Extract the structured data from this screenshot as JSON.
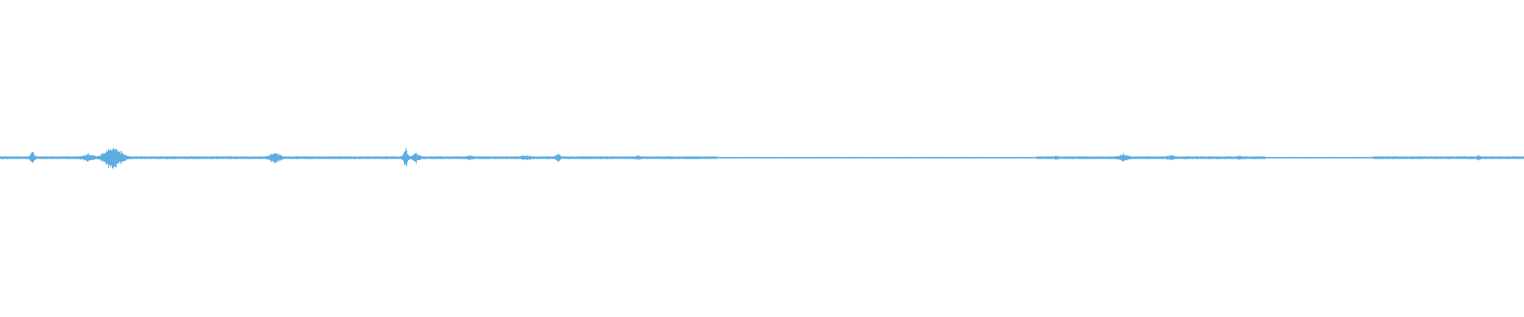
{
  "waveform": {
    "color": "#5dade2",
    "baseline_amplitude": 0.006,
    "events": [
      {
        "at": 0.021,
        "amplitude": 0.05,
        "width": 0.004
      },
      {
        "at": 0.058,
        "amplitude": 0.03,
        "width": 0.012
      },
      {
        "at": 0.074,
        "amplitude": 0.12,
        "width": 0.014
      },
      {
        "at": 0.18,
        "amplitude": 0.05,
        "width": 0.01
      },
      {
        "at": 0.266,
        "amplitude": 0.09,
        "width": 0.004
      },
      {
        "at": 0.273,
        "amplitude": 0.04,
        "width": 0.008
      },
      {
        "at": 0.308,
        "amplitude": 0.015,
        "width": 0.01
      },
      {
        "at": 0.345,
        "amplitude": 0.015,
        "width": 0.02
      },
      {
        "at": 0.366,
        "amplitude": 0.045,
        "width": 0.004
      },
      {
        "at": 0.418,
        "amplitude": 0.015,
        "width": 0.01
      },
      {
        "at": 0.693,
        "amplitude": 0.015,
        "width": 0.008
      },
      {
        "at": 0.737,
        "amplitude": 0.03,
        "width": 0.01
      },
      {
        "at": 0.768,
        "amplitude": 0.02,
        "width": 0.008
      },
      {
        "at": 0.813,
        "amplitude": 0.015,
        "width": 0.006
      },
      {
        "at": 0.97,
        "amplitude": 0.02,
        "width": 0.006
      }
    ],
    "quiet_ranges": [
      {
        "from": 0.47,
        "to": 0.68
      },
      {
        "from": 0.83,
        "to": 0.9
      }
    ]
  }
}
